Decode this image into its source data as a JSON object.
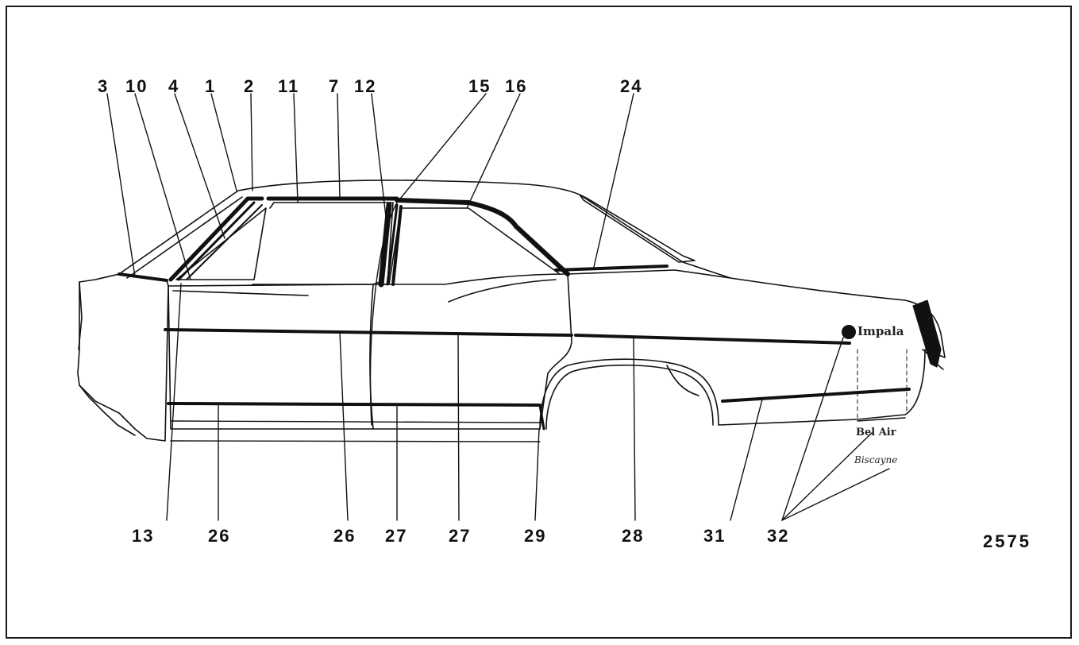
{
  "figure_number": "2575",
  "emblems": {
    "impala": "Impala",
    "bel_air": "Bel Air",
    "biscayne": "Biscayne"
  },
  "callouts": {
    "top": [
      "3",
      "10",
      "4",
      "1",
      "2",
      "11",
      "7",
      "12",
      "15",
      "16",
      "24"
    ],
    "bottom": [
      "13",
      "26",
      "26",
      "27",
      "27",
      "29",
      "28",
      "31",
      "32"
    ]
  },
  "colors": {
    "ink": "#111111",
    "paper": "#ffffff"
  }
}
